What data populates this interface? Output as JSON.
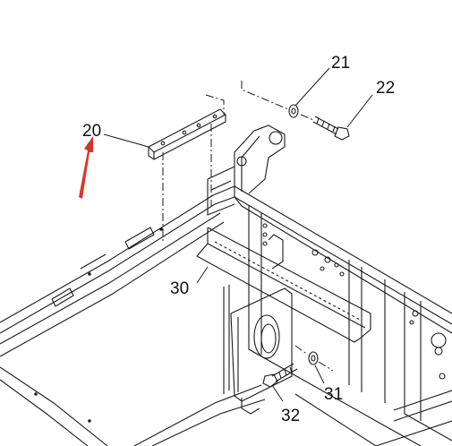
{
  "callouts": [
    {
      "id": "20",
      "label": "20"
    },
    {
      "id": "21",
      "label": "21"
    },
    {
      "id": "22",
      "label": "22"
    },
    {
      "id": "30",
      "label": "30"
    },
    {
      "id": "31",
      "label": "31"
    },
    {
      "id": "32",
      "label": "32"
    }
  ],
  "colors": {
    "line": "#1a1a1a",
    "highlight_arrow": "#d9352a",
    "background": "#ffffff"
  }
}
